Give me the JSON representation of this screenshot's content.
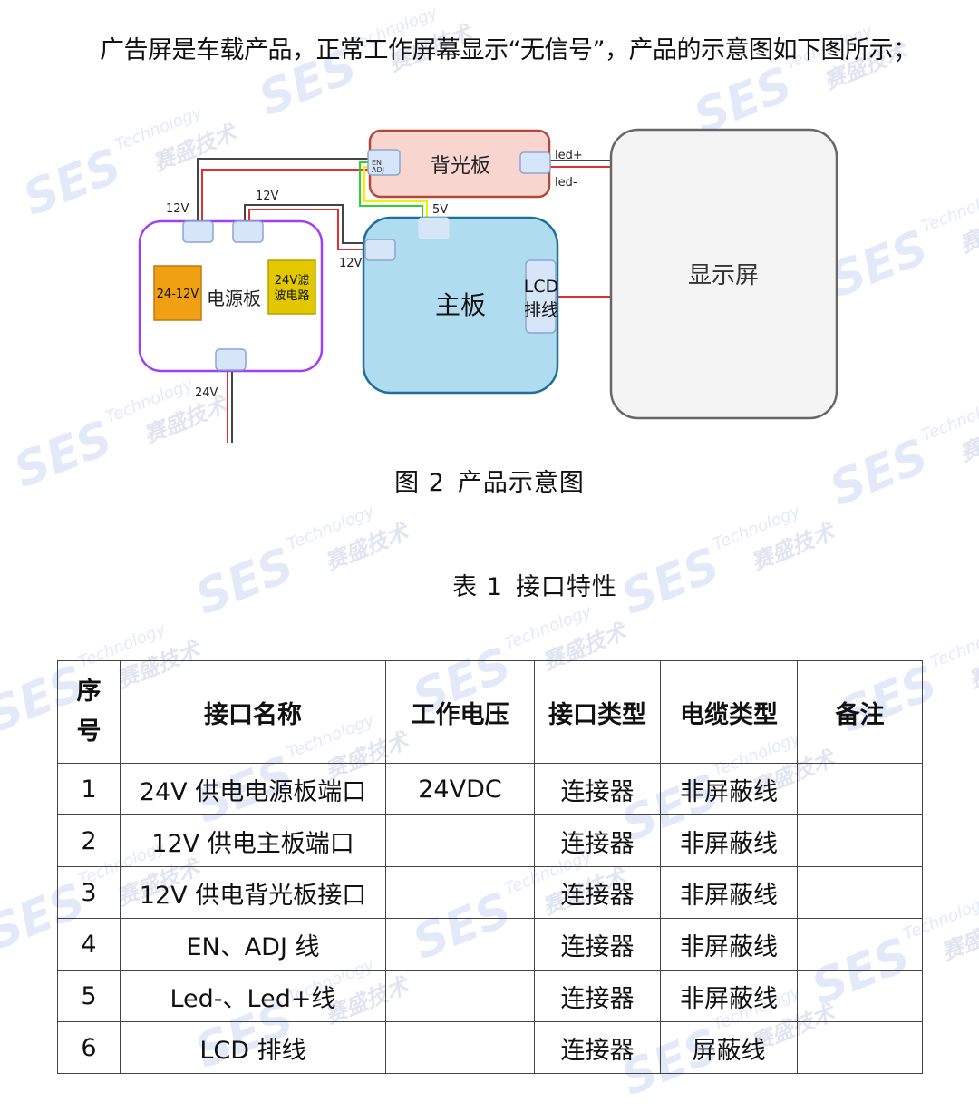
{
  "document": {
    "intro_paragraph": "广告屏是车载产品，正常工作屏幕显示“无信号”，产品的示意图如下图所示；",
    "figure_caption": {
      "label": "图 2",
      "title": "产品示意图"
    },
    "table_caption": {
      "label": "表 1",
      "title": "接口特性"
    }
  },
  "diagram": {
    "boards": {
      "backlight": {
        "label": "背光板",
        "fill": "#f9d5d0",
        "stroke": "#b5463a"
      },
      "power": {
        "label": "电源板",
        "fill": "#ffffff",
        "stroke": "#a040f0"
      },
      "main": {
        "label": "主板",
        "fill": "#b0dcf0",
        "stroke": "#1f6f99"
      },
      "display": {
        "label": "显示屏",
        "fill": "#f4f4f4",
        "stroke": "#666666"
      }
    },
    "modules": {
      "converter": {
        "label": "24-12V",
        "fill": "#f0a010",
        "stroke": "#c07a10"
      },
      "filter": {
        "label_line1": "24V滤",
        "label_line2": "波电路",
        "fill": "#e2c800",
        "stroke": "#b7a000"
      }
    },
    "connectors": {
      "en_adj": {
        "line1": "EN",
        "line2": "ADJ"
      },
      "lcd": {
        "line1": "LCD",
        "line2": "排线"
      }
    },
    "wire_labels": {
      "v12_backlight": "12V",
      "v12_main_top": "12V",
      "v12_main_side": "12V",
      "v5": "5V",
      "v24": "24V",
      "led_plus": "led+",
      "led_minus": "led-"
    },
    "wire_colors": {
      "positive": "#e03030",
      "ground": "#444444",
      "en": "#30d030",
      "adj": "#f0f000",
      "connector_fill": "#d6e6f8",
      "connector_stroke": "#8aa6d0"
    }
  },
  "table": {
    "headers": {
      "seq_line1": "序",
      "seq_line2": "号",
      "name": "接口名称",
      "voltage": "工作电压",
      "iface_type": "接口类型",
      "cable_type": "电缆类型",
      "remark": "备注"
    },
    "rows": [
      {
        "seq": "1",
        "name": "24V 供电电源板端口",
        "voltage": "24VDC",
        "iface_type": "连接器",
        "cable_type": "非屏蔽线",
        "remark": ""
      },
      {
        "seq": "2",
        "name": "12V 供电主板端口",
        "voltage": "",
        "iface_type": "连接器",
        "cable_type": "非屏蔽线",
        "remark": ""
      },
      {
        "seq": "3",
        "name": "12V 供电背光板接口",
        "voltage": "",
        "iface_type": "连接器",
        "cable_type": "非屏蔽线",
        "remark": ""
      },
      {
        "seq": "4",
        "name": "EN、ADJ 线",
        "voltage": "",
        "iface_type": "连接器",
        "cable_type": "非屏蔽线",
        "remark": ""
      },
      {
        "seq": "5",
        "name": "Led-、Led+线",
        "voltage": "",
        "iface_type": "连接器",
        "cable_type": "非屏蔽线",
        "remark": ""
      },
      {
        "seq": "6",
        "name": "LCD 排线",
        "voltage": "",
        "iface_type": "连接器",
        "cable_type": "屏蔽线",
        "remark": ""
      }
    ]
  },
  "watermark": {
    "logo": "SES",
    "tagline": "Technology",
    "cn": "赛盛技术"
  }
}
